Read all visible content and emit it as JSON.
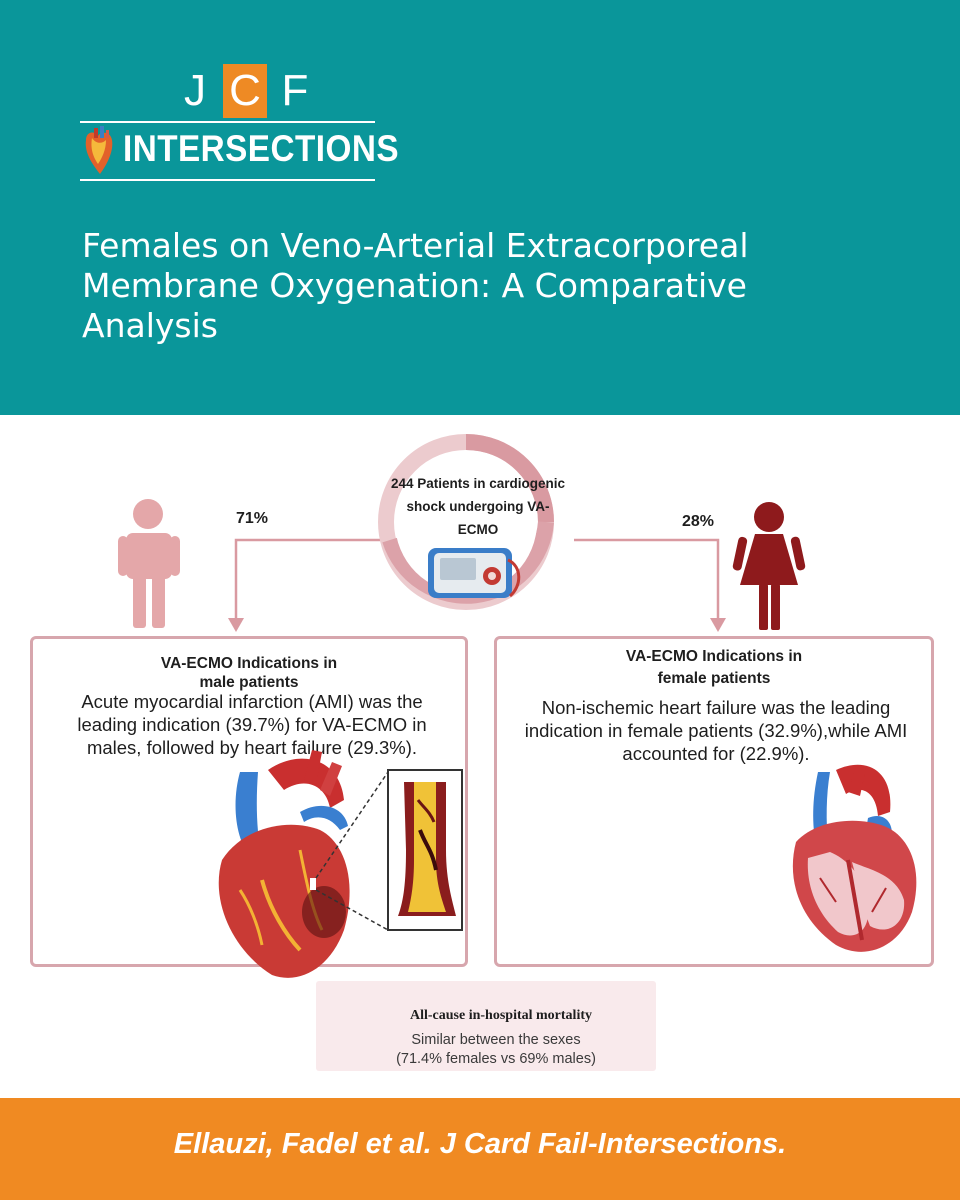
{
  "logo": {
    "letters": [
      "J",
      "C",
      "F"
    ],
    "wordmark": "INTERSECTIONS",
    "icon": "heart-icon"
  },
  "title": "Females on Veno-Arterial Extracorporeal Membrane Oxygenation: A Comparative Analysis",
  "center": {
    "label": "244 Patients in cardiogenic shock undergoing VA- ECMO",
    "icon": "ecmo-machine-icon"
  },
  "male": {
    "percent": "71%",
    "icon": "male-person-icon",
    "heading_line1": "VA-ECMO Indications in",
    "heading_line2": "male patients",
    "body": "Acute myocardial infarction (AMI) was the leading indication (39.7%) for VA-ECMO in males, followed by heart failure (29.3%).",
    "illustration": "heart-with-occluded-artery-icon"
  },
  "female": {
    "percent": "28%",
    "icon": "female-person-icon",
    "heading_line1": "VA-ECMO Indications in",
    "heading_line2": "female patients",
    "body": "Non-ischemic heart failure was the leading indication in female patients (32.9%),while AMI accounted for (22.9%).",
    "illustration": "heart-cross-section-icon"
  },
  "mortality": {
    "icon": "skull-crossbones-icon",
    "title": "All-cause in-hospital mortality",
    "line1": "Similar between the sexes",
    "line2": "(71.4% females vs 69% males)"
  },
  "footer": {
    "citation": "Ellauzi, Fadel et al. J Card Fail-Intersections."
  },
  "colors": {
    "header_teal": "#0a969a",
    "footer_orange": "#f08a22",
    "male_pink": "#e4a7a9",
    "female_maroon": "#8e1a1c",
    "ring": "#d99aa1",
    "card_border": "#d7a6ad"
  }
}
